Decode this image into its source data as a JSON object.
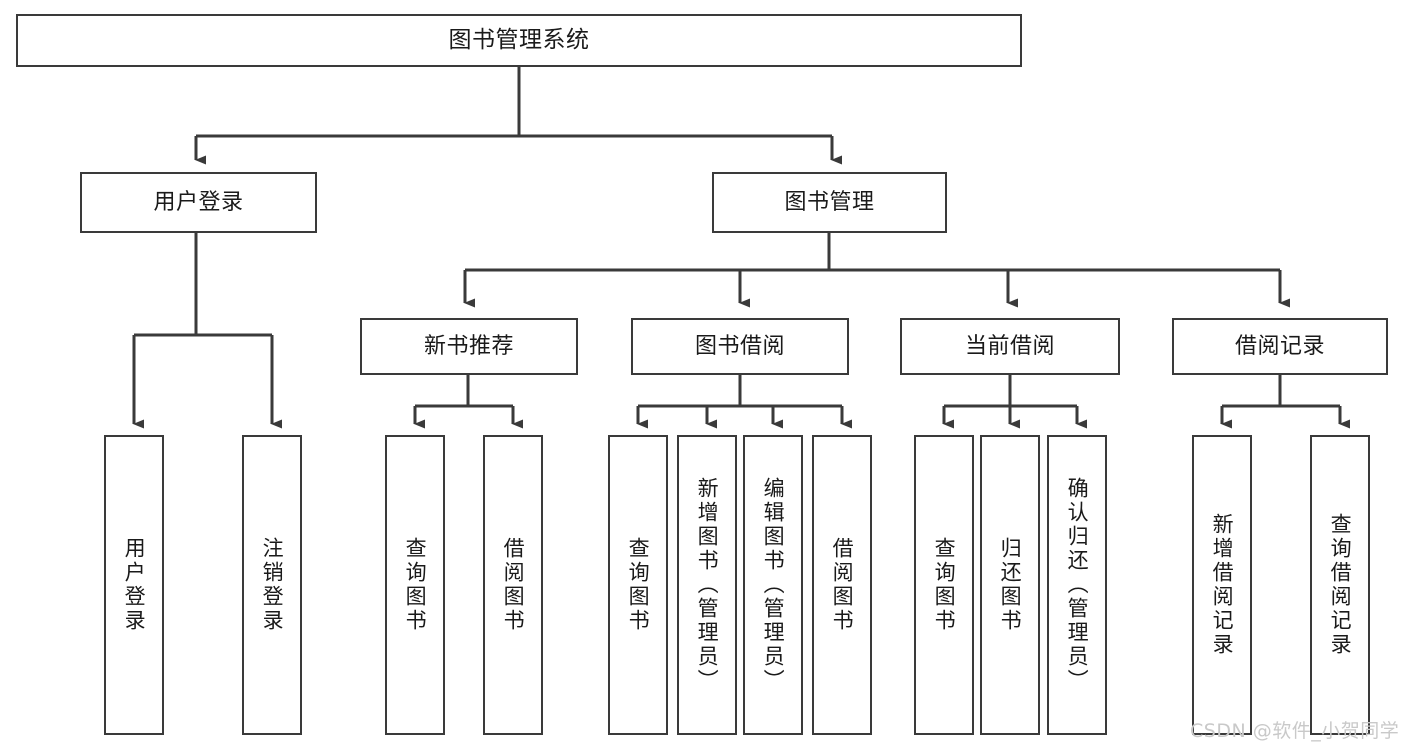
{
  "diagram": {
    "title": "图书管理系统",
    "root": {
      "label": "图书管理系统"
    },
    "level1": [
      {
        "label": "用户登录"
      },
      {
        "label": "图书管理"
      }
    ],
    "level2": [
      {
        "label": "新书推荐"
      },
      {
        "label": "图书借阅"
      },
      {
        "label": "当前借阅"
      },
      {
        "label": "借阅记录"
      }
    ],
    "leaves": [
      {
        "label": "用户登录",
        "parent": "用户登录"
      },
      {
        "label": "注销登录",
        "parent": "用户登录"
      },
      {
        "label": "查询图书",
        "parent": "新书推荐"
      },
      {
        "label": "借阅图书",
        "parent": "新书推荐"
      },
      {
        "label": "查询图书",
        "parent": "图书借阅"
      },
      {
        "label": "新增图书（管理员）",
        "parent": "图书借阅"
      },
      {
        "label": "编辑图书（管理员）",
        "parent": "图书借阅"
      },
      {
        "label": "借阅图书",
        "parent": "图书借阅"
      },
      {
        "label": "查询图书",
        "parent": "当前借阅"
      },
      {
        "label": "归还图书",
        "parent": "当前借阅"
      },
      {
        "label": "确认归还（管理员）",
        "parent": "当前借阅"
      },
      {
        "label": "新增借阅记录",
        "parent": "借阅记录"
      },
      {
        "label": "查询借阅记录",
        "parent": "借阅记录"
      }
    ]
  },
  "watermark": {
    "text": "CSDN @软件_小贺同学"
  },
  "colors": {
    "stroke": "#3a3a3a",
    "fill": "#ffffff",
    "text": "#1a1a1a",
    "watermark": "#c9c9c9"
  }
}
